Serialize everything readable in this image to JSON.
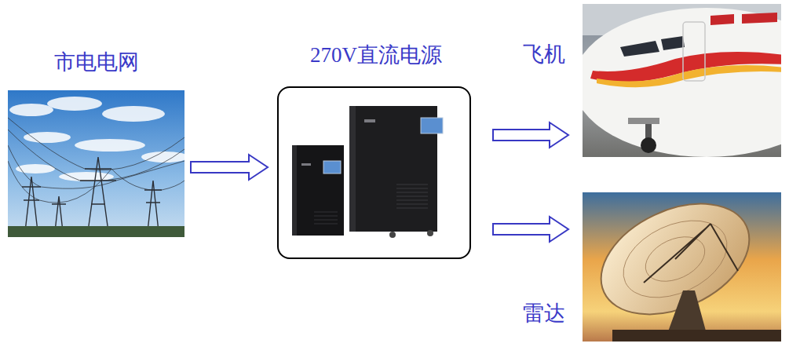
{
  "diagram": {
    "nodes": [
      {
        "text": [
          "市电电网"
        ]
      },
      {
        "text": [
          "270V直流电源"
        ]
      },
      {
        "text": [
          "飞机"
        ]
      },
      {
        "text": [
          "雷达"
        ]
      }
    ],
    "edges": [
      {
        "from": 0,
        "to": 1,
        "arrow": "to"
      },
      {
        "from": 1,
        "to": 2,
        "arrow": "to"
      },
      {
        "from": 1,
        "to": 3,
        "arrow": "to"
      }
    ]
  }
}
